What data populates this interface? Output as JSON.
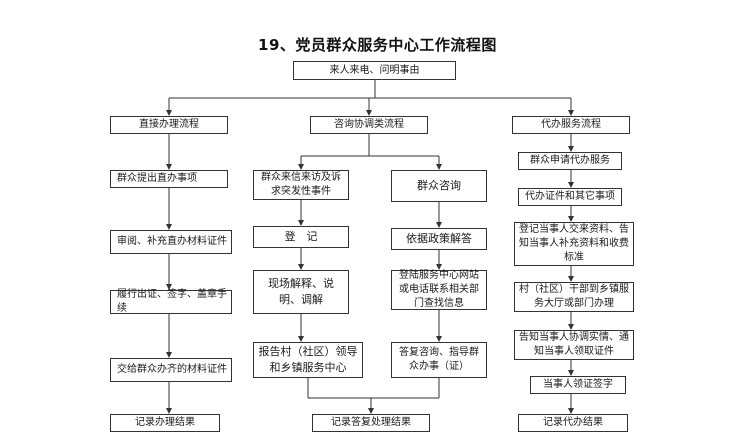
{
  "title": "19、党员群众服务中心工作流程图",
  "top": "来人来电、问明事由",
  "col1": {
    "header": "直接办理流程",
    "steps": [
      "群众提出直办事项",
      "审阅、补充直办材料证件",
      "履行出证、签字、盖章手续",
      "交给群众办齐的材料证件",
      "记录办理结果"
    ]
  },
  "col2": {
    "header": "咨询协调类流程",
    "left_steps": [
      "群众来信来访及诉求突发性事件",
      "登　记",
      "现场解释、说明、调解",
      "报告村（社区）领导和乡镇服务中心"
    ],
    "right_steps": [
      "群众咨询",
      "依据政策解答",
      "登陆服务中心网站或电话联系相关部门查找信息",
      "答复咨询、指导群众办事（证）"
    ],
    "result": "记录答复处理结果"
  },
  "col3": {
    "header": "代办服务流程",
    "steps": [
      "群众申请代办服务",
      "代办证件和其它事项",
      "登记当事人交来资料、告知当事人补充资料和收费标准",
      "村（社区）干部到乡镇服务大厅或部门办理",
      "告知当事人协调实情、通知当事人领取证件",
      "当事人领证签字",
      "记录代办结果"
    ]
  }
}
